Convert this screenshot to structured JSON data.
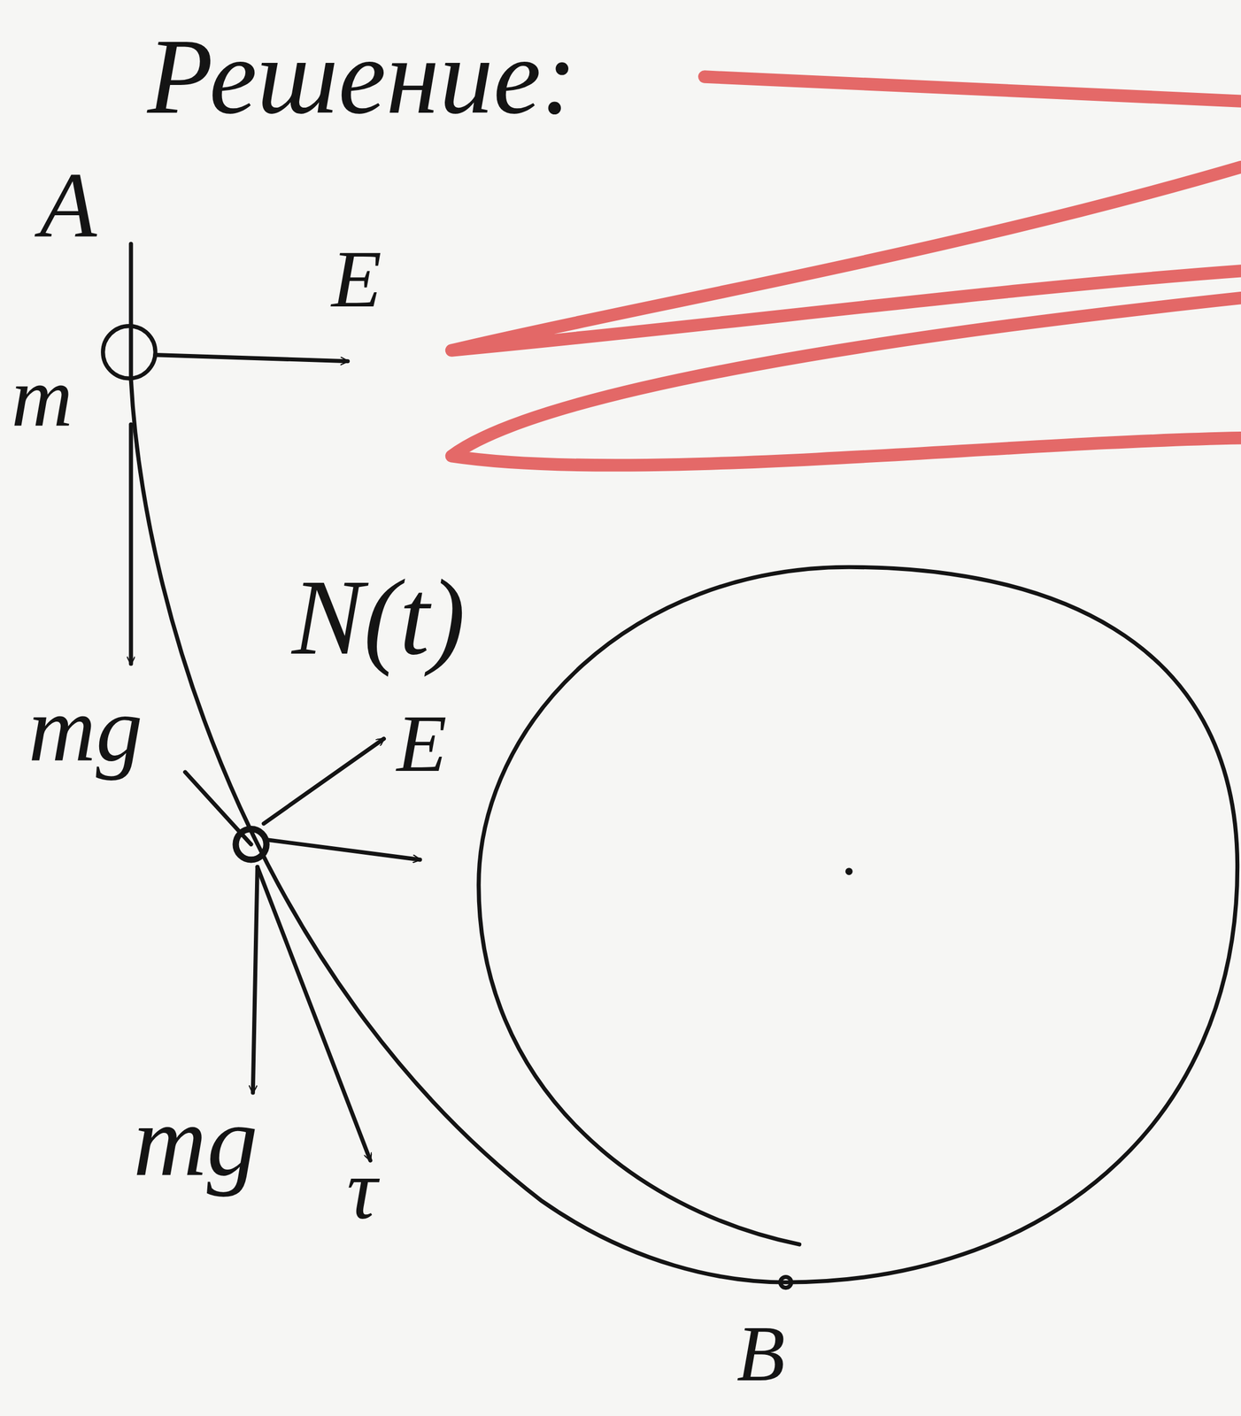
{
  "diagram": {
    "title": "Решение:",
    "labels": [
      "A",
      "E",
      "m",
      "mg",
      "N(t)",
      "E",
      "mg",
      "τ",
      "B"
    ]
  }
}
